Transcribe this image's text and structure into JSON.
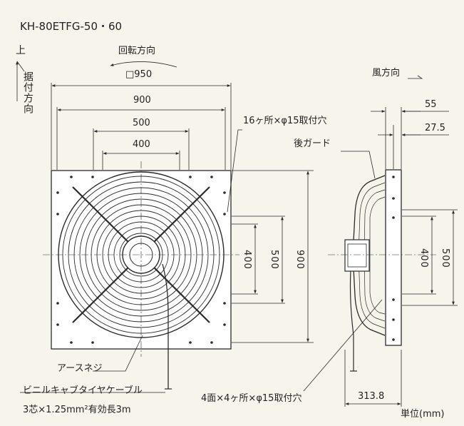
{
  "title": "KH-80ETFG-50・60",
  "labels": {
    "up": "上",
    "mount_direction": "据付方向",
    "rotation_direction": "回転方向",
    "wind_direction": "風方向",
    "square_950": "□950",
    "holes_16": "16ヶ所×φ15取付穴",
    "rear_guard": "後ガード",
    "earth_screw": "アースネジ",
    "cable_name": "ビニルキャブタイヤケーブル",
    "cable_spec": "3芯×1.25mm²有効長3m",
    "holes_4x4": "4面×4ヶ所×φ15取付穴",
    "unit": "単位(mm)"
  },
  "dims": {
    "h900": "900",
    "h500": "500",
    "h400": "400",
    "v400": "400",
    "v500": "500",
    "v900": "900",
    "side55": "55",
    "side27_5": "27.5",
    "side400": "400",
    "side500": "500",
    "depth": "313.8"
  },
  "colors": {
    "background": "#f7f4ec",
    "line": "#2b2b2b",
    "panel": "#ffffff"
  }
}
